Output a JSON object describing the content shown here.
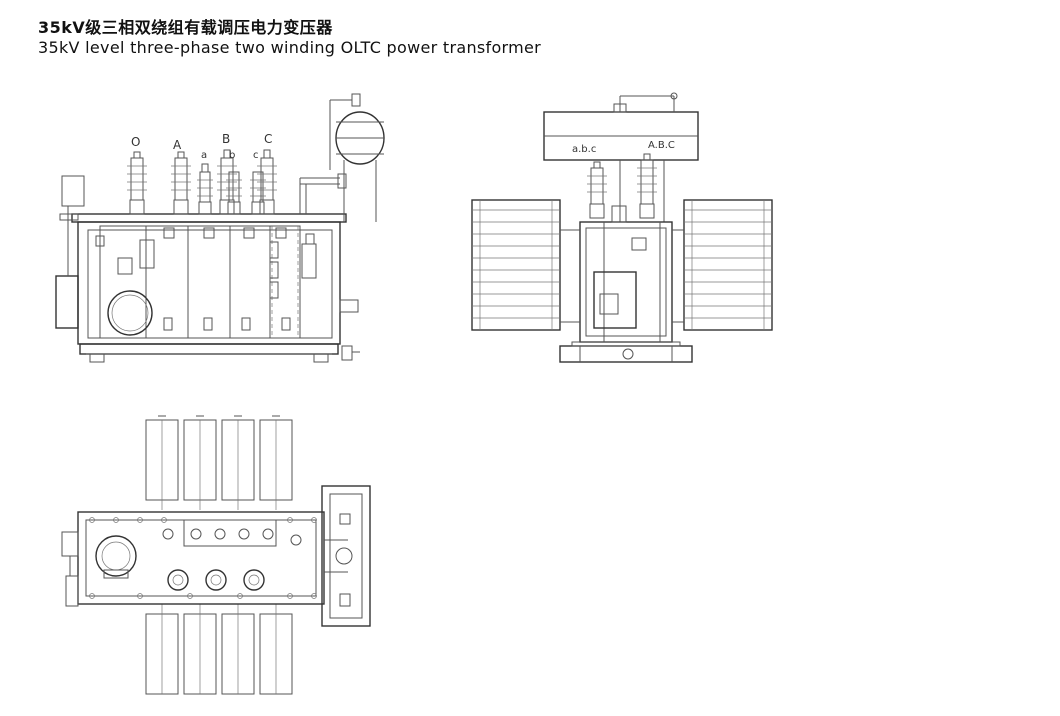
{
  "title_cn": "35kV级三相双绕组有载调压电力变压器",
  "title_en": "35kV level three-phase two winding OLTC power transformer",
  "front_view": {
    "terminal_labels": [
      "O",
      "A",
      "a",
      "B",
      "b",
      "C",
      "c"
    ]
  },
  "side_view": {
    "conservator_left_label": "a.b.c",
    "conservator_right_label": "A.B.C"
  }
}
